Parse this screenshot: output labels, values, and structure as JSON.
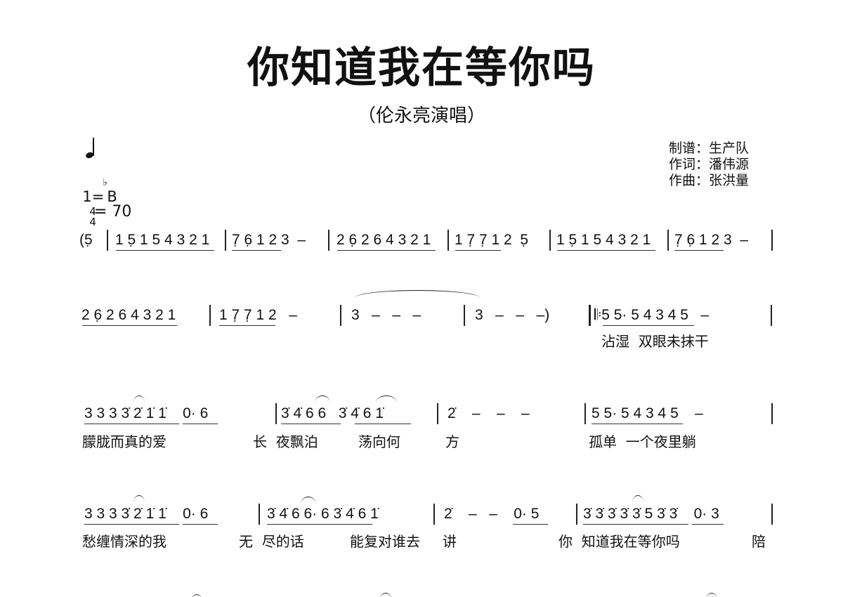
{
  "title": "你知道我在等你吗",
  "subtitle": "（伦永亮演唱）",
  "tempo": {
    "icon": "quarter-note-icon",
    "text": "= 70"
  },
  "key": {
    "prefix": "1=",
    "flat": "♭",
    "note": "B",
    "time_top": "4",
    "time_bottom": "4"
  },
  "credits": [
    "制谱：生产队",
    "作词：潘伟源",
    "作曲：张洪量"
  ],
  "systems": [
    {
      "measures": [
        "(5̣",
        "1 5̣ 1 5 4 3 2 1",
        "7̣ 6̣ 1 2 3  –",
        "2 6̣ 2 6 4 3 2 1",
        "1 7̣ 7̣ 1 2  5̣",
        "1 5̣ 1 5 4 3 2 1",
        "7̣ 6̣ 1 2 3  –"
      ],
      "lyrics": []
    },
    {
      "measures": [
        "2 6̣ 2 6 4 3 2 1",
        "1 7̣ 7̣ 1 2   –",
        "3   –   –   –",
        "3   –   –   –)",
        "𝄆5 5· 5 4 3 4 5   –"
      ],
      "lyrics": [
        "沾湿  双眼未抹干"
      ]
    },
    {
      "measures": [
        "3 3 3 3̇ 2̇ 1̇ 1̇    0· 6",
        "3̇ 4̇ 6 6   3̇ 4̇ 6 1̇",
        "2̇    –    –    –",
        "5 5· 5 4 3 4 5    –"
      ],
      "lyrics": [
        "朦胧而真的爱",
        "长  夜飘泊",
        "荡向何",
        "方",
        "孤单  一个夜里躺"
      ]
    },
    {
      "measures": [
        "3 3 3 3̇ 2̇ 1̇ 1̇    0· 6",
        "3̇ 4̇ 6 6· 6 3̇ 4̇ 6 1̇",
        "2̇    –   –    0· 5",
        "3̇ 3̇ 3̇ 3̇ 3̇ 5 3̇ 3̇    0· 3"
      ],
      "lyrics": [
        "愁缠情深的我",
        "无  尽的话",
        "能复对谁去",
        "讲",
        "你  知道我在等你吗",
        "陪"
      ]
    }
  ]
}
